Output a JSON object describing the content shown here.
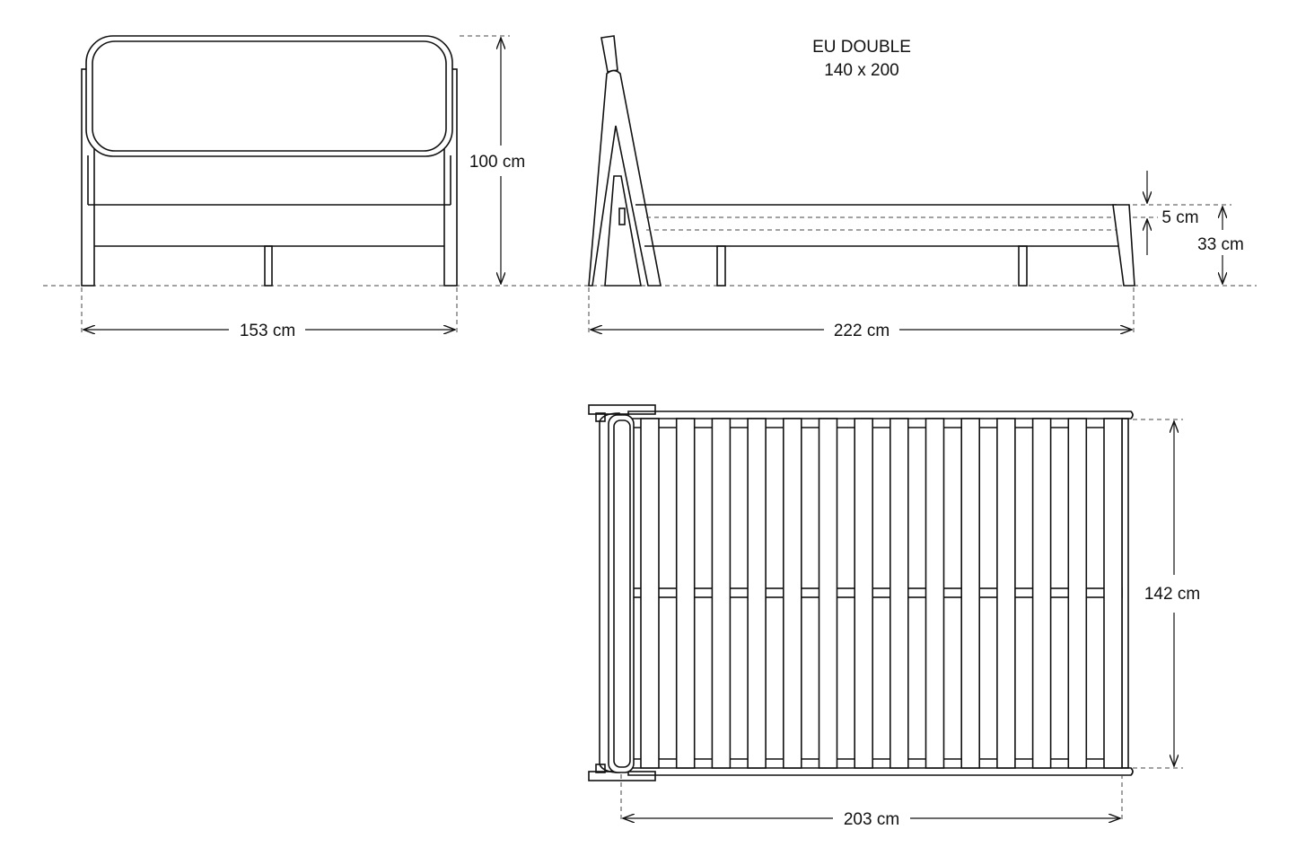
{
  "title": {
    "line1": "EU DOUBLE",
    "line2": "140 x 200"
  },
  "dimensions": {
    "front_width": "153 cm",
    "front_height": "100 cm",
    "side_length": "222 cm",
    "side_rail": "5 cm",
    "side_height": "33 cm",
    "top_width": "142 cm",
    "top_length": "203 cm"
  },
  "slats": {
    "count": 14
  }
}
